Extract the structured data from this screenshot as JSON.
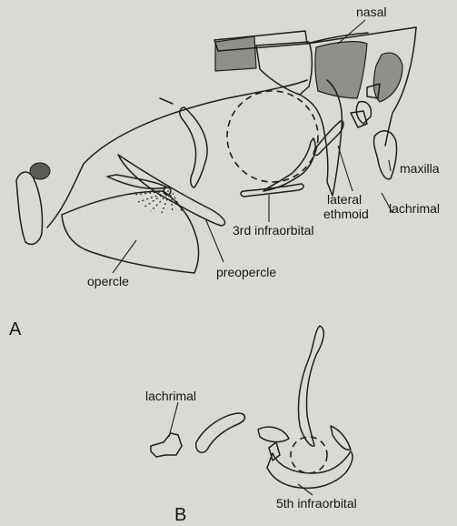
{
  "labels": {
    "nasal": "nasal",
    "maxilla": "maxilla",
    "lachrimal_a": "lachrimal",
    "lateral_ethmoid_line1": "lateral",
    "lateral_ethmoid_line2": "ethmoid",
    "third_infraorbital": "3rd infraorbital",
    "opercle": "opercle",
    "preopercle": "preopercle",
    "lachrimal_b": "lachrimal",
    "fifth_infraorbital": "5th infraorbital"
  },
  "panels": {
    "a": "A",
    "b": "B"
  }
}
